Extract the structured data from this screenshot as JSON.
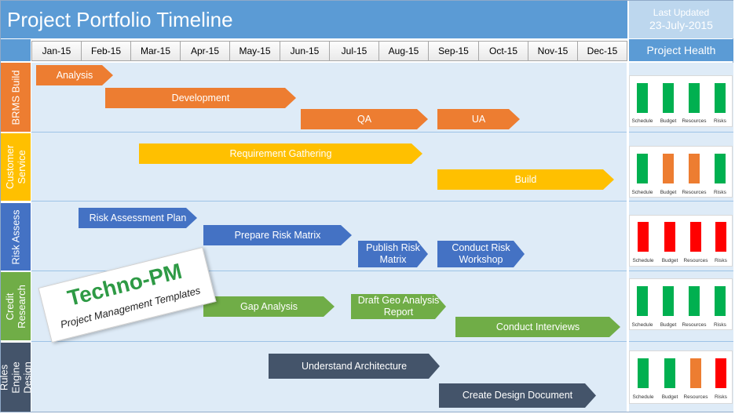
{
  "title": "Project Portfolio Timeline",
  "last_updated": {
    "label": "Last Updated",
    "date": "23-July-2015"
  },
  "months": [
    "Jan-15",
    "Feb-15",
    "Mar-15",
    "Apr-15",
    "May-15",
    "Jun-15",
    "Jul-15",
    "Aug-15",
    "Sep-15",
    "Oct-15",
    "Nov-15",
    "Dec-15"
  ],
  "health_header": "Project Health",
  "health_labels": [
    "Schedule",
    "Budget",
    "Resources",
    "Risks"
  ],
  "colors": {
    "red": "#ff0000",
    "green": "#00b050",
    "orange": "#ed7d31"
  },
  "lanes": [
    {
      "name": "BRMS Build",
      "health": [
        "green",
        "green",
        "green",
        "green"
      ],
      "tasks": [
        {
          "label": "Analysis"
        },
        {
          "label": "Development"
        },
        {
          "label": "QA"
        },
        {
          "label": "UA"
        }
      ]
    },
    {
      "name": "Customer Service",
      "health": [
        "green",
        "orange",
        "orange",
        "green"
      ],
      "tasks": [
        {
          "label": "Requirement Gathering"
        },
        {
          "label": "Build"
        }
      ]
    },
    {
      "name": "Risk Assess",
      "health": [
        "red",
        "red",
        "red",
        "red"
      ],
      "tasks": [
        {
          "label": "Risk Assessment Plan"
        },
        {
          "label": "Prepare Risk Matrix"
        },
        {
          "label": "Publish Risk Matrix"
        },
        {
          "label": "Conduct Risk Workshop"
        }
      ]
    },
    {
      "name": "Credit Research",
      "health": [
        "green",
        "green",
        "green",
        "green"
      ],
      "tasks": [
        {
          "label": "Gap Analysis"
        },
        {
          "label": "Draft Geo Analysis Report"
        },
        {
          "label": "Conduct Interviews"
        }
      ]
    },
    {
      "name": "Rules Engine Design",
      "health": [
        "green",
        "green",
        "orange",
        "red"
      ],
      "tasks": [
        {
          "label": "Understand Architecture"
        },
        {
          "label": "Create Design Document"
        }
      ]
    }
  ],
  "logo": {
    "name": "Techno-PM",
    "tagline": "Project Management Templates"
  }
}
